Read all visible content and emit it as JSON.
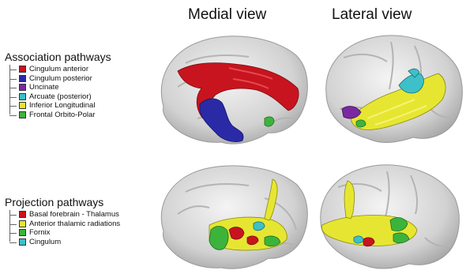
{
  "titles": {
    "medial": "Medial view",
    "lateral": "Lateral view"
  },
  "association": {
    "title": "Association pathways",
    "items": [
      {
        "label": "Cingulum anterior",
        "color": "#c8141e"
      },
      {
        "label": "Cingulum posterior",
        "color": "#2a2aa6"
      },
      {
        "label": "Uncinate",
        "color": "#7a2aa0"
      },
      {
        "label": "Arcuate (posterior)",
        "color": "#3ec0c8"
      },
      {
        "label": "Inferior Longitudinal",
        "color": "#e6e632"
      },
      {
        "label": "Frontal Orbito-Polar",
        "color": "#3cb43c"
      }
    ]
  },
  "projection": {
    "title": "Projection pathways",
    "items": [
      {
        "label": "Basal forebrain - Thalamus",
        "color": "#c8141e"
      },
      {
        "label": "Anterior thalamic radiations",
        "color": "#e6e632"
      },
      {
        "label": "Fornix",
        "color": "#3cb43c"
      },
      {
        "label": "Cingulum",
        "color": "#3ec0c8"
      }
    ]
  }
}
